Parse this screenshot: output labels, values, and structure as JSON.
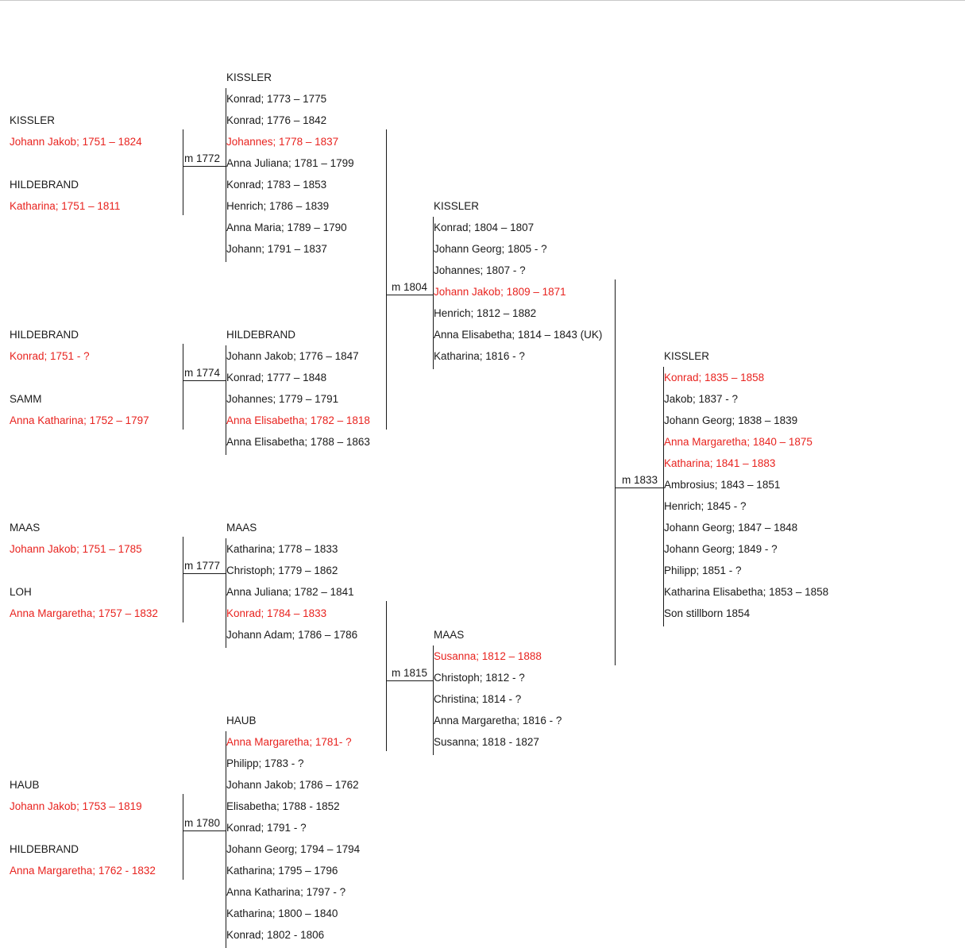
{
  "colors": {
    "highlight": "#e8231f",
    "text": "#1a1a1a",
    "line": "#1a1a1a"
  },
  "gen1": [
    {
      "rows": [
        {
          "text": "KISSLER",
          "red": false
        },
        {
          "text": "Johann Jakob; 1751 – 1824",
          "red": true
        },
        {
          "text": "",
          "red": false
        },
        {
          "text": "HILDEBRAND",
          "red": false
        },
        {
          "text": "Katharina; 1751 – 1811",
          "red": true
        }
      ]
    },
    {
      "rows": [
        {
          "text": "HILDEBRAND",
          "red": false
        },
        {
          "text": "Konrad; 1751 - ?",
          "red": true
        },
        {
          "text": "",
          "red": false
        },
        {
          "text": "SAMM",
          "red": false
        },
        {
          "text": "Anna Katharina; 1752 – 1797",
          "red": true
        }
      ]
    },
    {
      "rows": [
        {
          "text": "MAAS",
          "red": false
        },
        {
          "text": "Johann Jakob; 1751 – 1785",
          "red": true
        },
        {
          "text": "",
          "red": false
        },
        {
          "text": "LOH",
          "red": false
        },
        {
          "text": "Anna Margaretha; 1757 – 1832",
          "red": true
        }
      ]
    },
    {
      "rows": [
        {
          "text": "HAUB",
          "red": false
        },
        {
          "text": "Johann Jakob; 1753 – 1819",
          "red": true
        },
        {
          "text": "",
          "red": false
        },
        {
          "text": "HILDEBRAND",
          "red": false
        },
        {
          "text": "Anna Margaretha; 1762 - 1832",
          "red": true
        }
      ]
    }
  ],
  "gen2": [
    {
      "marriage": "m 1772",
      "surname": "KISSLER",
      "children": [
        {
          "text": "Konrad; 1773 – 1775",
          "red": false
        },
        {
          "text": "Konrad; 1776 – 1842",
          "red": false
        },
        {
          "text": "Johannes; 1778 – 1837",
          "red": true
        },
        {
          "text": "Anna Juliana; 1781 – 1799",
          "red": false
        },
        {
          "text": "Konrad; 1783 – 1853",
          "red": false
        },
        {
          "text": "Henrich; 1786 – 1839",
          "red": false
        },
        {
          "text": "Anna Maria; 1789 – 1790",
          "red": false
        },
        {
          "text": "Johann; 1791 – 1837",
          "red": false
        }
      ]
    },
    {
      "marriage": "m 1774",
      "surname": "HILDEBRAND",
      "children": [
        {
          "text": "Johann Jakob; 1776 – 1847",
          "red": false
        },
        {
          "text": "Konrad; 1777 – 1848",
          "red": false
        },
        {
          "text": "Johannes; 1779 – 1791",
          "red": false
        },
        {
          "text": "Anna Elisabetha; 1782 – 1818",
          "red": true
        },
        {
          "text": "Anna Elisabetha; 1788 – 1863",
          "red": false
        }
      ]
    },
    {
      "marriage": "m 1777",
      "surname": "MAAS",
      "children": [
        {
          "text": "Katharina; 1778 – 1833",
          "red": false
        },
        {
          "text": "Christoph; 1779 – 1862",
          "red": false
        },
        {
          "text": "Anna Juliana; 1782 – 1841",
          "red": false
        },
        {
          "text": "Konrad; 1784 – 1833",
          "red": true
        },
        {
          "text": "Johann Adam; 1786 – 1786",
          "red": false
        }
      ]
    },
    {
      "marriage": "m 1780",
      "surname": "HAUB",
      "children": [
        {
          "text": "Anna Margaretha; 1781- ?",
          "red": true
        },
        {
          "text": "Philipp; 1783 - ?",
          "red": false
        },
        {
          "text": "Johann Jakob; 1786 – 1762",
          "red": false
        },
        {
          "text": "Elisabetha; 1788 - 1852",
          "red": false
        },
        {
          "text": "Konrad; 1791 - ?",
          "red": false
        },
        {
          "text": "Johann Georg; 1794 – 1794",
          "red": false
        },
        {
          "text": "Katharina; 1795 – 1796",
          "red": false
        },
        {
          "text": "Anna Katharina; 1797 - ?",
          "red": false
        },
        {
          "text": "Katharina; 1800 – 1840",
          "red": false
        },
        {
          "text": "Konrad; 1802 - 1806",
          "red": false
        }
      ]
    }
  ],
  "gen3": [
    {
      "marriage": "m 1804",
      "surname": "KISSLER",
      "children": [
        {
          "text": "Konrad; 1804 – 1807",
          "red": false
        },
        {
          "text": "Johann Georg; 1805 - ?",
          "red": false
        },
        {
          "text": "Johannes; 1807 - ?",
          "red": false
        },
        {
          "text": "Johann Jakob; 1809 – 1871",
          "red": true
        },
        {
          "text": "Henrich; 1812 – 1882",
          "red": false
        },
        {
          "text": "Anna Elisabetha; 1814 – 1843 (UK)",
          "red": false
        },
        {
          "text": "Katharina; 1816 - ?",
          "red": false
        }
      ]
    },
    {
      "marriage": "m 1815",
      "surname": "MAAS",
      "children": [
        {
          "text": "Susanna; 1812 – 1888",
          "red": true
        },
        {
          "text": "Christoph; 1812 - ?",
          "red": false
        },
        {
          "text": "Christina; 1814 - ?",
          "red": false
        },
        {
          "text": "Anna Margaretha; 1816 - ?",
          "red": false
        },
        {
          "text": "Susanna; 1818 - 1827",
          "red": false
        }
      ]
    }
  ],
  "gen4": [
    {
      "marriage": "m 1833",
      "surname": "KISSLER",
      "children": [
        {
          "text": "Konrad; 1835 – 1858",
          "red": true
        },
        {
          "text": "Jakob; 1837 - ?",
          "red": false
        },
        {
          "text": "Johann Georg; 1838 – 1839",
          "red": false
        },
        {
          "text": "Anna Margaretha; 1840 – 1875",
          "red": true
        },
        {
          "text": "Katharina; 1841 – 1883",
          "red": true
        },
        {
          "text": "Ambrosius; 1843 – 1851",
          "red": false
        },
        {
          "text": "Henrich; 1845 - ?",
          "red": false
        },
        {
          "text": "Johann Georg; 1847 – 1848",
          "red": false
        },
        {
          "text": "Johann Georg; 1849 - ?",
          "red": false
        },
        {
          "text": "Philipp; 1851 - ?",
          "red": false
        },
        {
          "text": "Katharina Elisabetha; 1853 – 1858",
          "red": false
        },
        {
          "text": "Son stillborn 1854",
          "red": false
        }
      ]
    }
  ]
}
